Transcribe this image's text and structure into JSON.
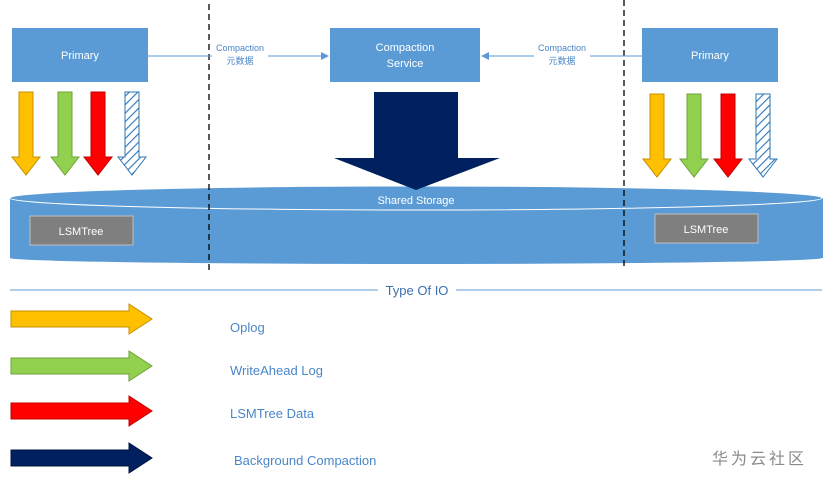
{
  "nodes": {
    "primary_left": "Primary",
    "compaction_service_line1": "Compaction",
    "compaction_service_line2": "Service",
    "primary_right": "Primary",
    "shared_storage": "Shared Storage",
    "lsmtree_left": "LSMTree",
    "lsmtree_right": "LSMTree"
  },
  "edges": {
    "left": {
      "line1": "Compaction",
      "line2": "元数据"
    },
    "right": {
      "line1": "Compaction",
      "line2": "元数据"
    }
  },
  "legend": {
    "title": "Type Of IO",
    "items": [
      {
        "label": "Oplog",
        "color": "#ffc000"
      },
      {
        "label": "WriteAhead Log",
        "color": "#92d050"
      },
      {
        "label": "LSMTree Data",
        "color": "#ff0000"
      },
      {
        "label": "Background Compaction",
        "color": "#002060"
      }
    ]
  },
  "colors": {
    "box": "#5b9bd5",
    "storage": "#5b9bd5",
    "lsm_box": "#7f7f7f",
    "hatched": "#2e75b6"
  },
  "watermark": "华为云社区"
}
